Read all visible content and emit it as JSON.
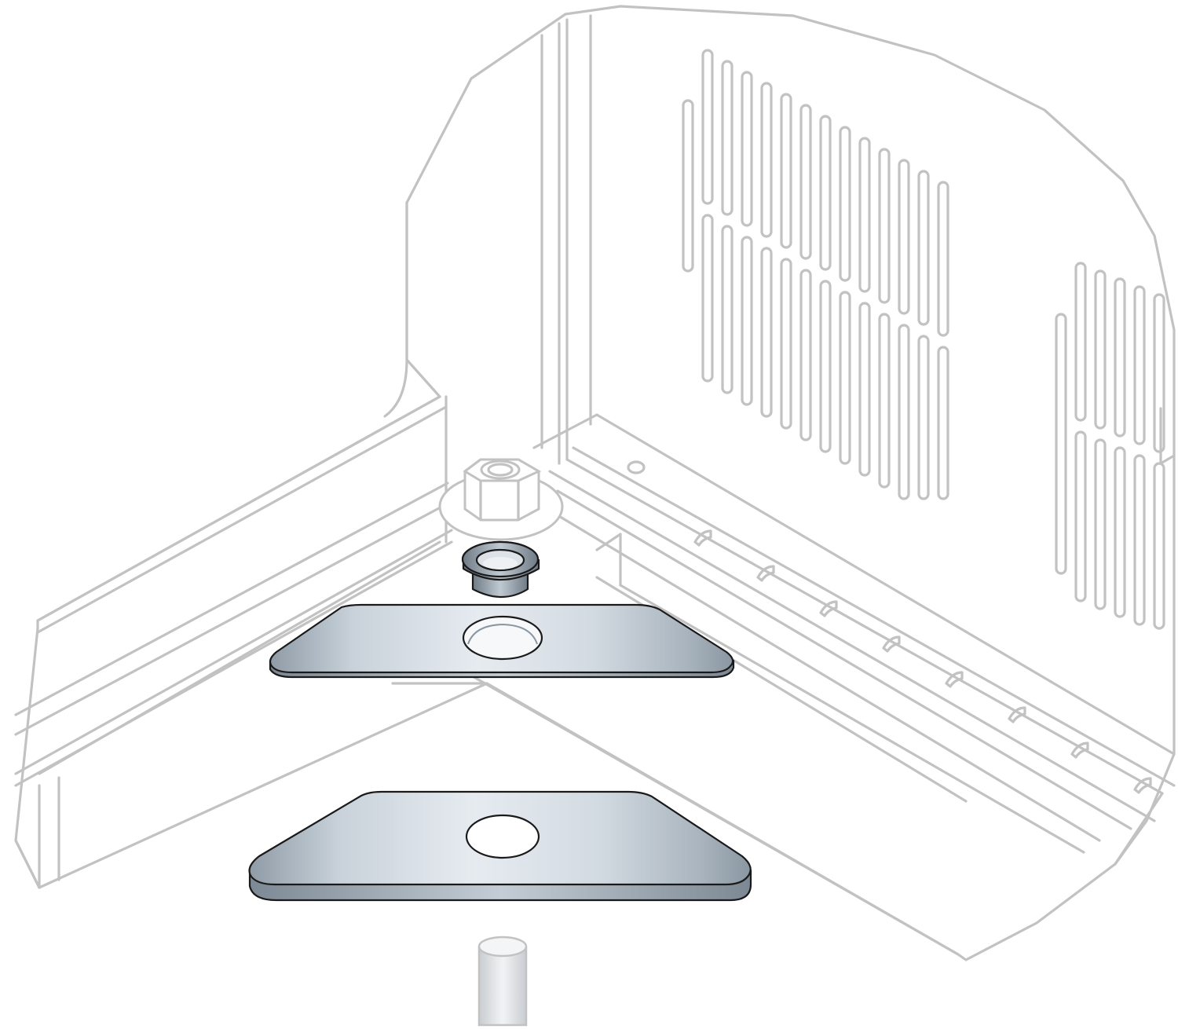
{
  "figure": {
    "description_text": "",
    "colors": {
      "outline_gray": "#c2c2c2",
      "metal_light": "#e4e9ee",
      "metal_mid": "#b9c4cd",
      "metal_dark": "#8a97a2",
      "part_outline": "#1a1a1a"
    },
    "components": [
      {
        "name": "cabinet-body",
        "icon": "cabinet-outline-icon"
      },
      {
        "name": "vent-slots",
        "icon": "vent-slot-icon"
      },
      {
        "name": "flange-nut",
        "icon": "hex-nut-icon"
      },
      {
        "name": "bushing",
        "icon": "grommet-icon"
      },
      {
        "name": "upper-mounting-plate",
        "icon": "plate-icon"
      },
      {
        "name": "lower-mounting-plate",
        "icon": "plate-icon"
      },
      {
        "name": "threaded-stud",
        "icon": "stud-icon"
      }
    ]
  }
}
